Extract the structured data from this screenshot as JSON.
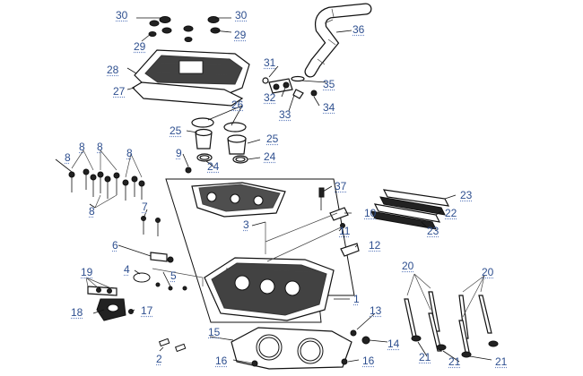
{
  "callouts": [
    {
      "id": "c30a",
      "text": "30"
    },
    {
      "id": "c30b",
      "text": "30"
    },
    {
      "id": "c29a",
      "text": "29"
    },
    {
      "id": "c29b",
      "text": "29"
    },
    {
      "id": "c36",
      "text": "36"
    },
    {
      "id": "c28",
      "text": "28"
    },
    {
      "id": "c27",
      "text": "27"
    },
    {
      "id": "c31",
      "text": "31"
    },
    {
      "id": "c35",
      "text": "35"
    },
    {
      "id": "c32",
      "text": "32"
    },
    {
      "id": "c33",
      "text": "33"
    },
    {
      "id": "c34",
      "text": "34"
    },
    {
      "id": "c26",
      "text": "26"
    },
    {
      "id": "c25a",
      "text": "25"
    },
    {
      "id": "c25b",
      "text": "25"
    },
    {
      "id": "c24a",
      "text": "24"
    },
    {
      "id": "c24b",
      "text": "24"
    },
    {
      "id": "c8a",
      "text": "8"
    },
    {
      "id": "c8b",
      "text": "8"
    },
    {
      "id": "c8c",
      "text": "8"
    },
    {
      "id": "c8d",
      "text": "8"
    },
    {
      "id": "c8e",
      "text": "8"
    },
    {
      "id": "c9",
      "text": "9"
    },
    {
      "id": "c37",
      "text": "37"
    },
    {
      "id": "c23a",
      "text": "23"
    },
    {
      "id": "c22",
      "text": "22"
    },
    {
      "id": "c23b",
      "text": "23"
    },
    {
      "id": "c10",
      "text": "10"
    },
    {
      "id": "c7",
      "text": "7"
    },
    {
      "id": "c3",
      "text": "3"
    },
    {
      "id": "c11",
      "text": "11"
    },
    {
      "id": "c6",
      "text": "6"
    },
    {
      "id": "c12",
      "text": "12"
    },
    {
      "id": "c4",
      "text": "4"
    },
    {
      "id": "c5",
      "text": "5"
    },
    {
      "id": "c19",
      "text": "19"
    },
    {
      "id": "c20a",
      "text": "20"
    },
    {
      "id": "c20b",
      "text": "20"
    },
    {
      "id": "c1",
      "text": "1"
    },
    {
      "id": "c18",
      "text": "18"
    },
    {
      "id": "c17",
      "text": "17"
    },
    {
      "id": "c13",
      "text": "13"
    },
    {
      "id": "c15",
      "text": "15"
    },
    {
      "id": "c2",
      "text": "2"
    },
    {
      "id": "c14",
      "text": "14"
    },
    {
      "id": "c16a",
      "text": "16"
    },
    {
      "id": "c16b",
      "text": "16"
    },
    {
      "id": "c21a",
      "text": "21"
    },
    {
      "id": "c21b",
      "text": "21"
    },
    {
      "id": "c21c",
      "text": "21"
    }
  ]
}
